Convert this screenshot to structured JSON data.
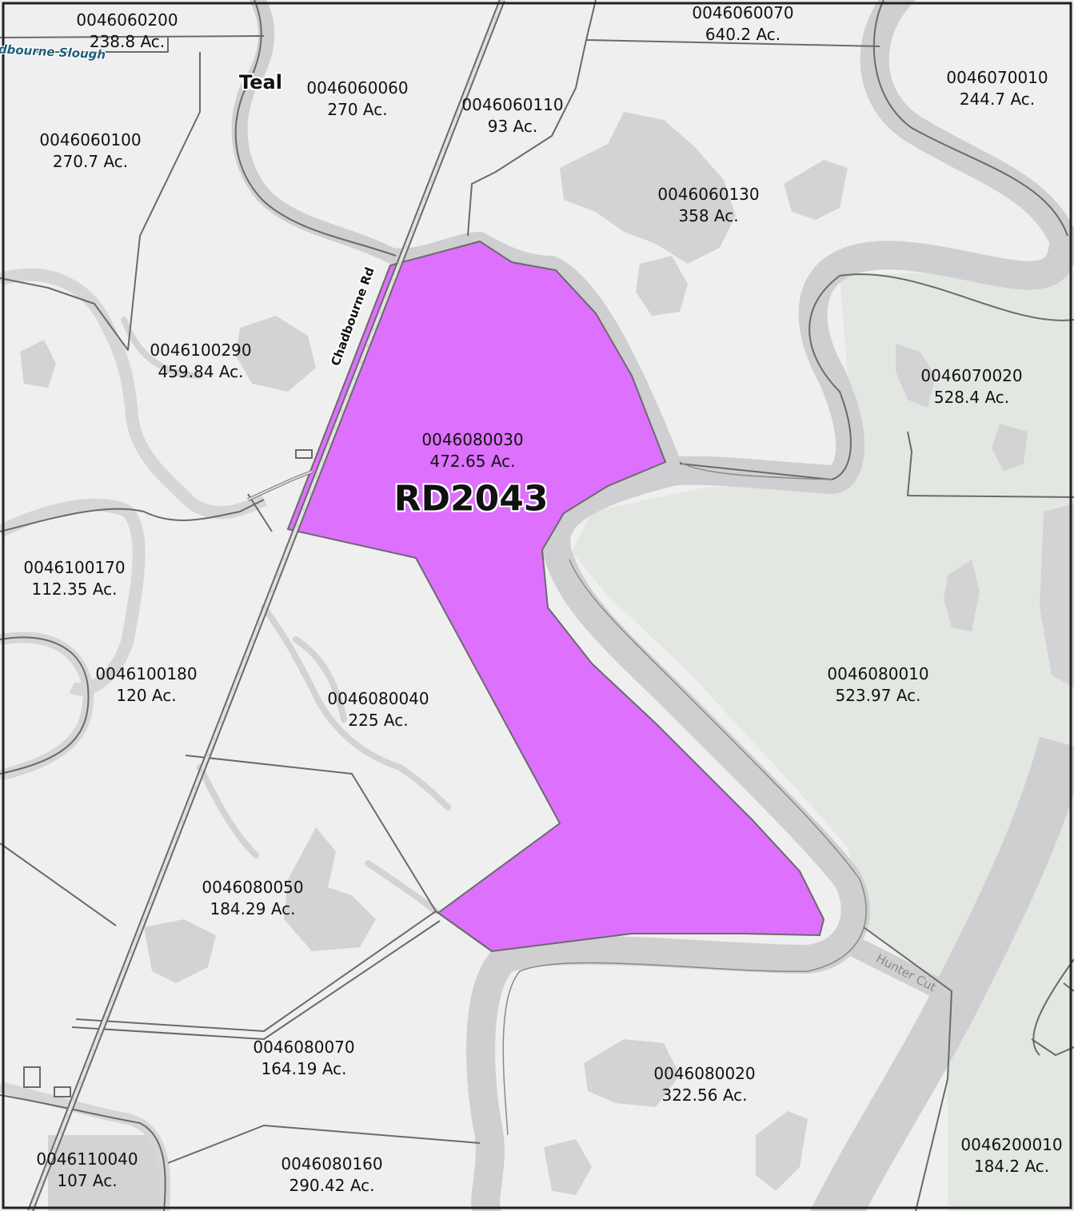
{
  "map": {
    "district_label": "RD2043",
    "place_label": "Teal",
    "road_label": "Chadbourne Rd",
    "water_labels": {
      "slough": "dbourne Slough",
      "cut": "Hunter Cut"
    },
    "colors": {
      "land": "#efefef",
      "water": "#cfcfd1",
      "wetland": "#e3e7e1",
      "highlight": "#dd70fd",
      "parcel_line": "#6a6a6a",
      "frame": "#222222"
    },
    "parcels": [
      {
        "id": "0046060200",
        "acres": "238.8 Ac."
      },
      {
        "id": "0046060070",
        "acres": "640.2 Ac."
      },
      {
        "id": "0046070010",
        "acres": "244.7 Ac."
      },
      {
        "id": "0046060060",
        "acres": "270 Ac."
      },
      {
        "id": "0046060110",
        "acres": "93 Ac."
      },
      {
        "id": "0046060100",
        "acres": "270.7 Ac."
      },
      {
        "id": "0046060130",
        "acres": "358 Ac."
      },
      {
        "id": "0046100290",
        "acres": "459.84 Ac."
      },
      {
        "id": "0046070020",
        "acres": "528.4 Ac."
      },
      {
        "id": "0046080030",
        "acres": "472.65 Ac."
      },
      {
        "id": "0046100170",
        "acres": "112.35 Ac."
      },
      {
        "id": "0046100180",
        "acres": "120 Ac."
      },
      {
        "id": "0046080010",
        "acres": "523.97 Ac."
      },
      {
        "id": "0046080040",
        "acres": "225 Ac."
      },
      {
        "id": "0046080050",
        "acres": "184.29 Ac."
      },
      {
        "id": "0046080070",
        "acres": "164.19 Ac."
      },
      {
        "id": "0046080020",
        "acres": "322.56 Ac."
      },
      {
        "id": "0046200010",
        "acres": "184.2 Ac."
      },
      {
        "id": "0046110040",
        "acres": "107 Ac."
      },
      {
        "id": "0046080160",
        "acres": "290.42 Ac."
      }
    ]
  }
}
